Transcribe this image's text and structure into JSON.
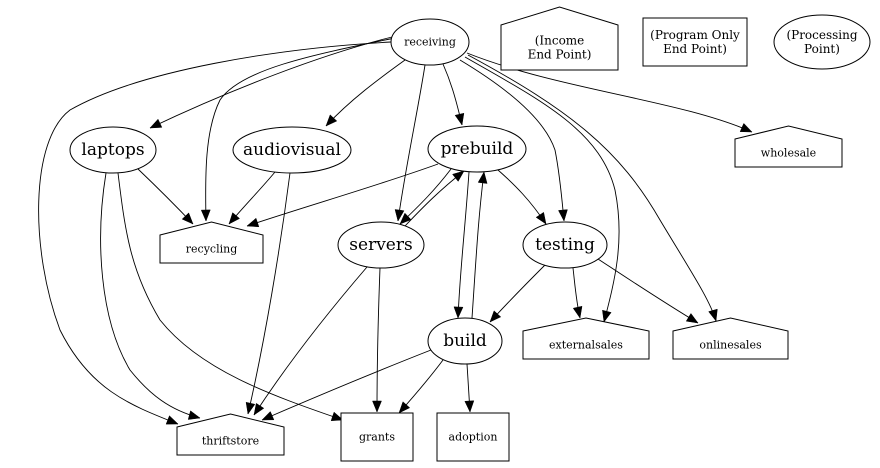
{
  "diagram": {
    "type": "directed-graph",
    "legend": [
      {
        "id": "legend-income",
        "shape": "house",
        "lines": [
          "(Income",
          "End Point)"
        ]
      },
      {
        "id": "legend-program",
        "shape": "box",
        "lines": [
          "(Program Only",
          "End Point)"
        ]
      },
      {
        "id": "legend-processing",
        "shape": "ellipse",
        "lines": [
          "(Processing",
          "Point)"
        ]
      }
    ],
    "nodes": [
      {
        "id": "receiving",
        "label": "receiving",
        "shape": "ellipse",
        "category": "processing"
      },
      {
        "id": "laptops",
        "label": "laptops",
        "shape": "ellipse",
        "category": "processing"
      },
      {
        "id": "audiovisual",
        "label": "audiovisual",
        "shape": "ellipse",
        "category": "processing"
      },
      {
        "id": "prebuild",
        "label": "prebuild",
        "shape": "ellipse",
        "category": "processing"
      },
      {
        "id": "servers",
        "label": "servers",
        "shape": "ellipse",
        "category": "processing"
      },
      {
        "id": "testing",
        "label": "testing",
        "shape": "ellipse",
        "category": "processing"
      },
      {
        "id": "build",
        "label": "build",
        "shape": "ellipse",
        "category": "processing"
      },
      {
        "id": "wholesale",
        "label": "wholesale",
        "shape": "house",
        "category": "income"
      },
      {
        "id": "recycling",
        "label": "recycling",
        "shape": "house",
        "category": "income"
      },
      {
        "id": "externalsales",
        "label": "externalsales",
        "shape": "house",
        "category": "income"
      },
      {
        "id": "onlinesales",
        "label": "onlinesales",
        "shape": "house",
        "category": "income"
      },
      {
        "id": "thriftstore",
        "label": "thriftstore",
        "shape": "house",
        "category": "income"
      },
      {
        "id": "grants",
        "label": "grants",
        "shape": "box",
        "category": "program"
      },
      {
        "id": "adoption",
        "label": "adoption",
        "shape": "box",
        "category": "program"
      }
    ],
    "edges": [
      {
        "from": "receiving",
        "to": "laptops"
      },
      {
        "from": "receiving",
        "to": "audiovisual"
      },
      {
        "from": "receiving",
        "to": "prebuild"
      },
      {
        "from": "receiving",
        "to": "servers"
      },
      {
        "from": "receiving",
        "to": "recycling"
      },
      {
        "from": "receiving",
        "to": "thriftstore"
      },
      {
        "from": "receiving",
        "to": "testing"
      },
      {
        "from": "receiving",
        "to": "wholesale"
      },
      {
        "from": "receiving",
        "to": "externalsales"
      },
      {
        "from": "receiving",
        "to": "onlinesales"
      },
      {
        "from": "laptops",
        "to": "recycling"
      },
      {
        "from": "laptops",
        "to": "thriftstore"
      },
      {
        "from": "laptops",
        "to": "grants"
      },
      {
        "from": "audiovisual",
        "to": "recycling"
      },
      {
        "from": "audiovisual",
        "to": "thriftstore"
      },
      {
        "from": "prebuild",
        "to": "recycling"
      },
      {
        "from": "prebuild",
        "to": "servers"
      },
      {
        "from": "prebuild",
        "to": "testing"
      },
      {
        "from": "prebuild",
        "to": "build"
      },
      {
        "from": "servers",
        "to": "prebuild"
      },
      {
        "from": "servers",
        "to": "thriftstore"
      },
      {
        "from": "servers",
        "to": "grants"
      },
      {
        "from": "testing",
        "to": "build"
      },
      {
        "from": "testing",
        "to": "externalsales"
      },
      {
        "from": "testing",
        "to": "onlinesales"
      },
      {
        "from": "build",
        "to": "prebuild"
      },
      {
        "from": "build",
        "to": "thriftstore"
      },
      {
        "from": "build",
        "to": "grants"
      },
      {
        "from": "build",
        "to": "adoption"
      }
    ]
  }
}
